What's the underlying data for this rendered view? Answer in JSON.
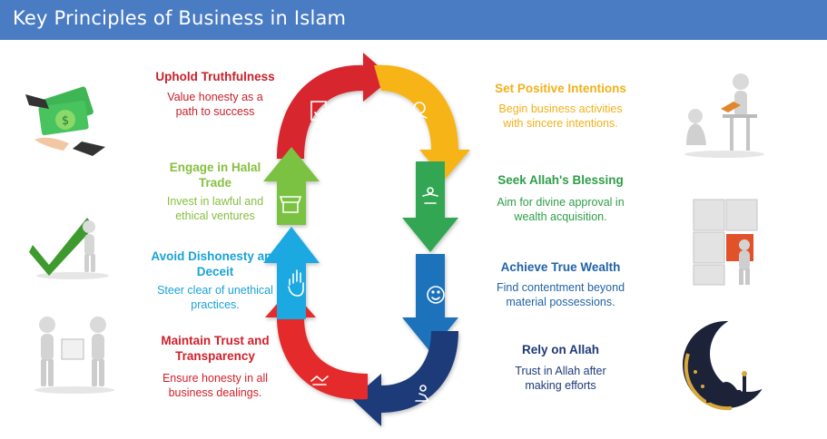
{
  "header": {
    "title": "Key Principles of Business in Islam"
  },
  "colors": {
    "header_bg": "#4a7cc4",
    "red": "#d7262f",
    "yellow": "#f6b416",
    "green": "#7cc243",
    "dark_green": "#33a652",
    "blue": "#1d72bb",
    "light_blue": "#1ba8e0",
    "navy": "#1e3a78",
    "bright_red": "#e42a2a"
  },
  "left_items": [
    {
      "heading": "Uphold Truthfulness",
      "desc": "Value honesty as a path to success",
      "color": "#c8202b"
    },
    {
      "heading": "Engage in Halal Trade",
      "desc": "Invest in lawful and ethical ventures",
      "color": "#86bf3f"
    },
    {
      "heading": "Avoid Dishonesty and Deceit",
      "desc": "Steer clear of unethical practices.",
      "color": "#1aa2d8"
    },
    {
      "heading": "Maintain Trust and Transparency",
      "desc": "Ensure honesty in all business dealings.",
      "color": "#d3202a"
    }
  ],
  "right_items": [
    {
      "heading": "Set Positive Intentions",
      "desc": "Begin business activities with sincere intentions.",
      "color": "#f0b11b"
    },
    {
      "heading": "Seek Allah's Blessing",
      "desc": "Aim for divine approval in wealth acquisition.",
      "color": "#2f9e48"
    },
    {
      "heading": "Achieve True Wealth",
      "desc": "Find contentment beyond material possessions.",
      "color": "#1f63a6"
    },
    {
      "heading": "Rely on Allah",
      "desc": "Trust in Allah after making efforts",
      "color": "#1e3a78"
    }
  ],
  "icons": {
    "left": [
      "money-handshake-icon",
      "checkmark-figure-icon",
      "box-exchange-figures-icon"
    ],
    "right": [
      "teacher-figures-icon",
      "puzzle-figure-icon",
      "crescent-mosque-icon"
    ],
    "cycle": [
      "certificate-icon",
      "money-hand-icon",
      "market-stall-icon",
      "person-blessing-icon",
      "hand-stop-icon",
      "smiley-icon",
      "trust-handshake-icon",
      "kneeling-person-icon"
    ]
  }
}
